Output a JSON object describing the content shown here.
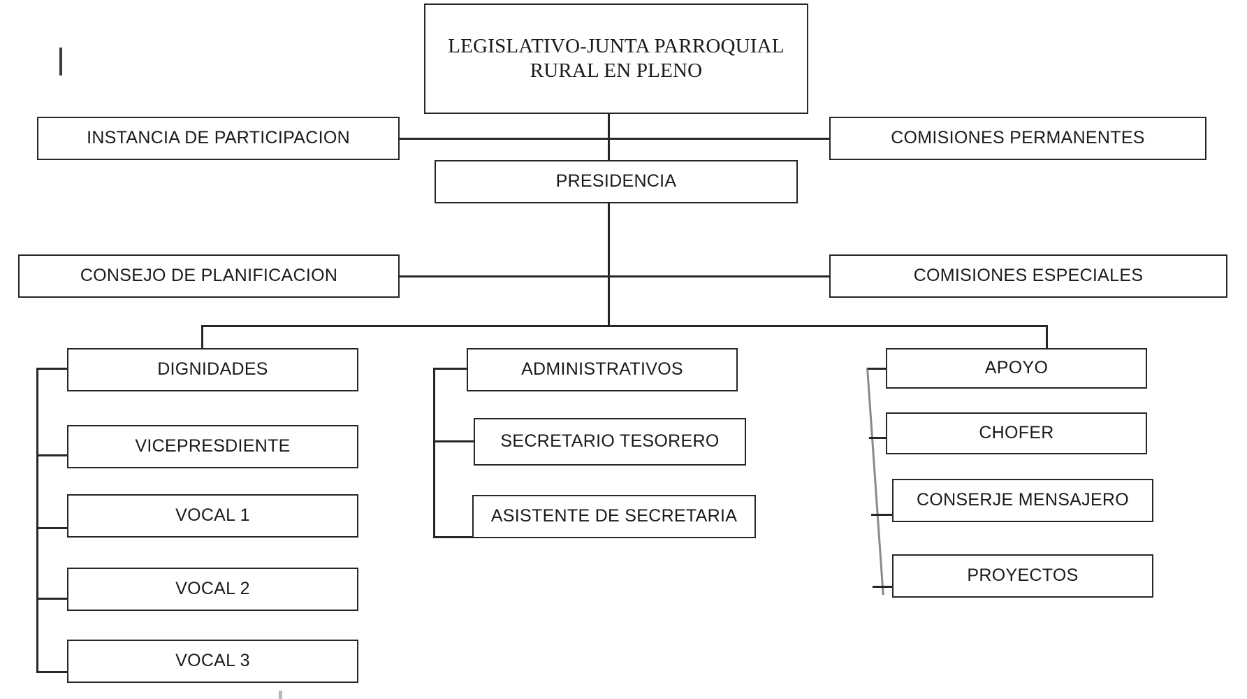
{
  "chart_data": {
    "type": "diagram",
    "title": "Organigrama - Junta Parroquial Rural",
    "diagram_kind": "organizational-chart",
    "nodes": [
      {
        "id": "legislativo",
        "label": "LEGISLATIVO-JUNTA PARROQUIAL RURAL EN PLENO",
        "level": 0,
        "branch": "root"
      },
      {
        "id": "instancia",
        "label": "INSTANCIA DE PARTICIPACION",
        "level": 1,
        "branch": "left-lateral"
      },
      {
        "id": "comisiones_permanentes",
        "label": "COMISIONES PERMANENTES",
        "level": 1,
        "branch": "right-lateral"
      },
      {
        "id": "presidencia",
        "label": "PRESIDENCIA",
        "level": 1,
        "branch": "center"
      },
      {
        "id": "consejo_planificacion",
        "label": "CONSEJO DE PLANIFICACION",
        "level": 2,
        "branch": "left-lateral"
      },
      {
        "id": "comisiones_especiales",
        "label": "COMISIONES ESPECIALES",
        "level": 2,
        "branch": "right-lateral"
      },
      {
        "id": "dignidades",
        "label": "DIGNIDADES",
        "level": 3,
        "branch": "column-1"
      },
      {
        "id": "vicepresdiente",
        "label": "VICEPRESDIENTE",
        "level": 4,
        "branch": "column-1"
      },
      {
        "id": "vocal_1",
        "label": "VOCAL 1",
        "level": 4,
        "branch": "column-1"
      },
      {
        "id": "vocal_2",
        "label": "VOCAL 2",
        "level": 4,
        "branch": "column-1"
      },
      {
        "id": "vocal_3",
        "label": "VOCAL 3",
        "level": 4,
        "branch": "column-1"
      },
      {
        "id": "administrativos",
        "label": "ADMINISTRATIVOS",
        "level": 3,
        "branch": "column-2"
      },
      {
        "id": "secretario_tesorero",
        "label": "SECRETARIO TESORERO",
        "level": 4,
        "branch": "column-2"
      },
      {
        "id": "asistente_secretaria",
        "label": "ASISTENTE DE SECRETARIA",
        "level": 4,
        "branch": "column-2"
      },
      {
        "id": "apoyo",
        "label": "APOYO",
        "level": 3,
        "branch": "column-3"
      },
      {
        "id": "chofer",
        "label": "CHOFER",
        "level": 4,
        "branch": "column-3"
      },
      {
        "id": "conserje_mensajero",
        "label": "CONSERJE MENSAJERO",
        "level": 4,
        "branch": "column-3"
      },
      {
        "id": "proyectos",
        "label": "PROYECTOS",
        "level": 4,
        "branch": "column-3"
      }
    ],
    "edges": [
      {
        "from": "legislativo",
        "to": "instancia"
      },
      {
        "from": "legislativo",
        "to": "comisiones_permanentes"
      },
      {
        "from": "legislativo",
        "to": "presidencia"
      },
      {
        "from": "presidencia",
        "to": "consejo_planificacion"
      },
      {
        "from": "presidencia",
        "to": "comisiones_especiales"
      },
      {
        "from": "presidencia",
        "to": "dignidades"
      },
      {
        "from": "presidencia",
        "to": "administrativos"
      },
      {
        "from": "presidencia",
        "to": "apoyo"
      },
      {
        "from": "dignidades",
        "to": "vicepresdiente"
      },
      {
        "from": "dignidades",
        "to": "vocal_1"
      },
      {
        "from": "dignidades",
        "to": "vocal_2"
      },
      {
        "from": "dignidades",
        "to": "vocal_3"
      },
      {
        "from": "administrativos",
        "to": "secretario_tesorero"
      },
      {
        "from": "administrativos",
        "to": "asistente_secretaria"
      },
      {
        "from": "apoyo",
        "to": "chofer"
      },
      {
        "from": "apoyo",
        "to": "conserje_mensajero"
      },
      {
        "from": "apoyo",
        "to": "proyectos"
      }
    ],
    "colors": {
      "stroke": "#262626",
      "text": "#1a1a1a",
      "background": "#ffffff",
      "slant_stroke": "#8a8a8a"
    }
  },
  "chart": {
    "root": {
      "label": "LEGISLATIVO-JUNTA PARROQUIAL RURAL EN PLENO"
    },
    "level1": {
      "left": {
        "label": "INSTANCIA DE PARTICIPACION"
      },
      "right": {
        "label": "COMISIONES PERMANENTES"
      },
      "center": {
        "label": "PRESIDENCIA"
      }
    },
    "level2": {
      "left": {
        "label": "CONSEJO DE PLANIFICACION"
      },
      "right": {
        "label": "COMISIONES ESPECIALES"
      }
    },
    "column1": {
      "head": {
        "label": "DIGNIDADES"
      },
      "children": [
        {
          "label": "VICEPRESDIENTE"
        },
        {
          "label": "VOCAL 1"
        },
        {
          "label": "VOCAL 2"
        },
        {
          "label": "VOCAL 3"
        }
      ]
    },
    "column2": {
      "head": {
        "label": "ADMINISTRATIVOS"
      },
      "children": [
        {
          "label": "SECRETARIO TESORERO"
        },
        {
          "label": "ASISTENTE DE SECRETARIA"
        }
      ]
    },
    "column3": {
      "head": {
        "label": "APOYO"
      },
      "children": [
        {
          "label": "CHOFER"
        },
        {
          "label": "CONSERJE MENSAJERO"
        },
        {
          "label": "PROYECTOS"
        }
      ]
    }
  }
}
